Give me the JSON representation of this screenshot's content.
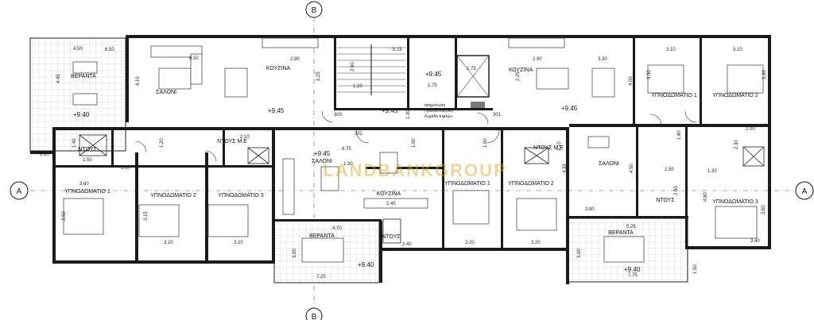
{
  "grid_markers": {
    "top": "B",
    "bottom": "B",
    "left": "A",
    "right": "A"
  },
  "watermark": "LANDBANKGROUP",
  "rooms": {
    "veranda_top_left": "ΒΕΡΑΝΤΑ",
    "saloni_left": "ΣΑΛΟΝΙ",
    "kouzina_left": "ΚΟΥΖΙΝΑ",
    "ntous_left": "ΝΤΟΥΣ",
    "ntous_me_left": "ΝΤΟΥΣ Μ.Ε",
    "ypnodomatio1_left": "ΥΠΝΟΔΩΜΑΤΙΟ 1",
    "ypnodomatio2_left": "ΥΠΝΟΔΩΜΑΤΙΟ 2",
    "ypnodomatio3_left": "ΥΠΝΟΔΩΜΑΤΙΟ 3",
    "saloni_mid": "ΣΑΛΟΝΙ",
    "kouzina_mid": "ΚΟΥΖΙΝΑ",
    "veranda_mid": "ΒΕΡΑΝΤΑ",
    "ntous_mid": "ΝΤΟΥΣ",
    "ypnodomatio1_mid": "ΥΠΝΟΔΩΜΑΤΙΟ 1",
    "ypnodomatio2_mid": "ΥΠΝΟΔΩΜΑΤΙΟ 2",
    "ntous_me_mid": "ΝΤΟΥΣ Μ.Ε",
    "kouzina_right": "ΚΟΥΖΙΝΑ",
    "saloni_right": "ΣΑΛΟΝΙ",
    "veranda_right": "ΒΕΡΑΝΤΑ",
    "ypnodomatio1_right": "ΥΠΝΟΔΩΜΑΤΙΟ 1",
    "ypnodomatio2_right": "ΥΠΝΟΔΩΜΑΤΙΟ 2",
    "ypnodomatio3_right": "ΥΠΝΟΔΩΜΑΤΙΟ 3",
    "ntous_right": "ΝΤΟΥΣ"
  },
  "levels": {
    "l1": "+9.40",
    "l2": "+9.45",
    "l3": "+9.45",
    "l4": "+9.45",
    "l5": "+9.45",
    "l6": "+9.45",
    "l7": "+9.40",
    "l8": "+9.40"
  },
  "doors": {
    "d1": "303",
    "d2": "302",
    "d3": "301"
  },
  "lift_note": [
    "αναμόνωση",
    "Προειδοποιητική",
    "Λωρίδα τυφλών"
  ],
  "dims": {
    "a1": "4.50",
    "a2": "6.50",
    "a3": "4.45",
    "a4": "1.20",
    "a5": "6.50",
    "a6": "4.10",
    "a7": "2.90",
    "a8": "2.25",
    "a9": "1.40",
    "a10": "2.50",
    "a11": "1.00",
    "a12": "3.60",
    "a13": "3.50",
    "a14": "3.20",
    "a15": "3.20",
    "a16": "1.20",
    "a17": "2.10",
    "a18": "3.15",
    "a19": "5.15",
    "a20": "2.60",
    "a21": "1.10",
    "a22": "1.75",
    "a23": "1.75",
    "a24": "1.30",
    "a25": "6.75",
    "a26": "1.00",
    "a27": "1.00",
    "a28": "2.45",
    "a29": "2.40",
    "a30": "4.70",
    "a31": "7.20",
    "a32": "3.00",
    "a33": "3.20",
    "a34": "3.20",
    "a35": "2.10",
    "a36": "2.90",
    "a37": "3.30",
    "a38": "2.25",
    "a39": "4.35",
    "a40": "3.80",
    "a41": "4.50",
    "a42": "5.25",
    "a43": "7.75",
    "a44": "3.00",
    "a45": "1.50",
    "a46": "3.10",
    "a47": "3.10",
    "a48": "4.00",
    "a49": "3.30",
    "a50": "3.30",
    "a51": "2.00",
    "a52": "1.80",
    "a53": "2.30",
    "a54": "1.50",
    "a55": "1.30",
    "a56": "2.60",
    "a57": "4.80",
    "a58": "3.60",
    "a59": "3.40",
    "a60": "1.30"
  }
}
